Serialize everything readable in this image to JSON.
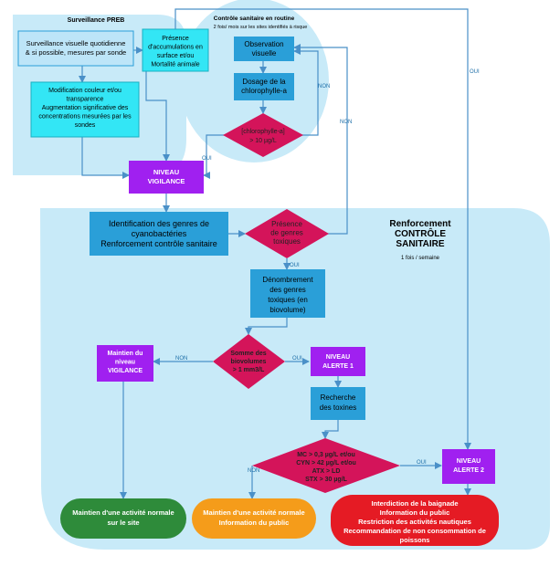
{
  "zones": {
    "preb_title": "Surveillance PREB",
    "routine_title": "Contrôle sanitaire en routine",
    "routine_subtitle": "2 fois/ mois sur les sites identifiés à risque",
    "renforcement_title": [
      "Renforcement",
      "CONTRÔLE",
      "SANITAIRE"
    ],
    "renforcement_subtitle": "1 fois / semaine"
  },
  "nodes": {
    "surveillance_visuelle": [
      "Surveillance visuelle quotidienne",
      "& si possible, mesures par sonde"
    ],
    "presence_accumulations": [
      "Présence",
      "d'accumulations en",
      "surface et/ou",
      "Mortalité animale"
    ],
    "modification_couleur": [
      "Modification couleur et/ou",
      "transparence",
      "Augmentation significative des",
      "concentrations mesurées par les",
      "sondes"
    ],
    "observation_visuelle": [
      "Observation",
      "visuelle"
    ],
    "dosage_chlorophylle": [
      "Dosage de la",
      "chlorophylle-a"
    ],
    "chlorophylle_test": [
      "[chlorophylle-a]",
      "> 10 µg/L"
    ],
    "niveau_vigilance": [
      "NIVEAU",
      "VIGILANCE"
    ],
    "identification_genres": [
      "Identification des genres de",
      "cyanobactéries",
      "Renforcement contrôle sanitaire"
    ],
    "presence_genres_toxiques": [
      "Présence",
      "de genres",
      "toxiques"
    ],
    "denombrement": [
      "Dénombrement",
      "des genres",
      "toxiques (en",
      "biovolume)"
    ],
    "somme_biovolumes": [
      "Somme des",
      "biovolumes",
      "> 1 mm3/L"
    ],
    "maintien_vigilance": [
      "Maintien du",
      "niveau",
      "VIGILANCE"
    ],
    "niveau_alerte_1": [
      "NIVEAU",
      "ALERTE 1"
    ],
    "recherche_toxines": [
      "Recherche",
      "des toxines"
    ],
    "seuils_toxines": [
      "MC > 0,3 µg/L et/ou",
      "CYN > 42 µg/L et/ou",
      "ATX > LD",
      "STX > 30 µg/L"
    ],
    "niveau_alerte_2": [
      "NIVEAU",
      "ALERTE 2"
    ],
    "activite_normale_site": [
      "Maintien d'une activité normale",
      "sur le site"
    ],
    "activite_normale_info": [
      "Maintien d'une activité normale",
      "Information du public"
    ],
    "interdiction": [
      "Interdiction de la baignade",
      "Information du public",
      "Restriction des activités nautiques",
      "Recommandation de non consommation de",
      "poissons"
    ]
  },
  "edge_labels": {
    "oui": "OUI",
    "non": "NON"
  },
  "colors": {
    "zone_fill": "#c8eaf8",
    "box_blue": "#2a9fd8",
    "box_light": "#bde5f8",
    "box_cyan": "#33e6f5",
    "violet": "#a020f0",
    "diamond": "#d4145a",
    "green": "#2e8b3a",
    "orange": "#f59c1a",
    "red": "#e51b24",
    "arrow": "#4a90c8"
  }
}
